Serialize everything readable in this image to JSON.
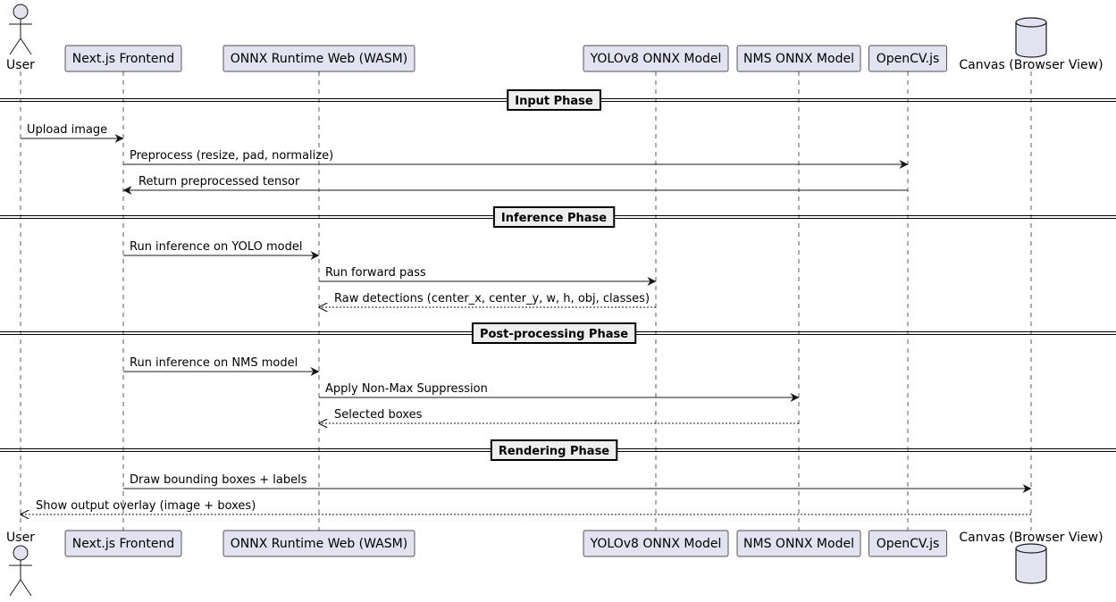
{
  "participants": [
    {
      "id": "user",
      "label": "User",
      "kind": "actor"
    },
    {
      "id": "frontend",
      "label": "Next.js Frontend",
      "kind": "participant"
    },
    {
      "id": "ort",
      "label": "ONNX Runtime Web (WASM)",
      "kind": "participant"
    },
    {
      "id": "yolo",
      "label": "YOLOv8 ONNX Model",
      "kind": "participant"
    },
    {
      "id": "nms",
      "label": "NMS ONNX Model",
      "kind": "participant"
    },
    {
      "id": "opencv",
      "label": "OpenCV.js",
      "kind": "participant"
    },
    {
      "id": "canvas",
      "label": "Canvas (Browser View)",
      "kind": "database"
    }
  ],
  "phases": [
    {
      "label": "Input Phase"
    },
    {
      "label": "Inference Phase"
    },
    {
      "label": "Post-processing Phase"
    },
    {
      "label": "Rendering Phase"
    }
  ],
  "messages": [
    {
      "from": "user",
      "to": "frontend",
      "label": "Upload image",
      "style": "solid"
    },
    {
      "from": "frontend",
      "to": "opencv",
      "label": "Preprocess (resize, pad, normalize)",
      "style": "solid"
    },
    {
      "from": "opencv",
      "to": "frontend",
      "label": "Return preprocessed tensor",
      "style": "solid"
    },
    {
      "from": "frontend",
      "to": "ort",
      "label": "Run inference on YOLO model",
      "style": "solid"
    },
    {
      "from": "ort",
      "to": "yolo",
      "label": "Run forward pass",
      "style": "solid"
    },
    {
      "from": "yolo",
      "to": "ort",
      "label": "Raw detections (center_x, center_y, w, h, obj, classes)",
      "style": "dashed"
    },
    {
      "from": "frontend",
      "to": "ort",
      "label": "Run inference on NMS model",
      "style": "solid"
    },
    {
      "from": "ort",
      "to": "nms",
      "label": "Apply Non-Max Suppression",
      "style": "solid"
    },
    {
      "from": "nms",
      "to": "ort",
      "label": "Selected boxes",
      "style": "dashed"
    },
    {
      "from": "frontend",
      "to": "canvas",
      "label": "Draw bounding boxes + labels",
      "style": "solid"
    },
    {
      "from": "canvas",
      "to": "user",
      "label": "Show output overlay (image + boxes)",
      "style": "dashed"
    }
  ],
  "colors": {
    "participant_fill": "#E2E2F0",
    "participant_border": "#181818",
    "lifeline": "#181818",
    "phase_fill": "#EEEEEE",
    "arrow": "#181818"
  }
}
